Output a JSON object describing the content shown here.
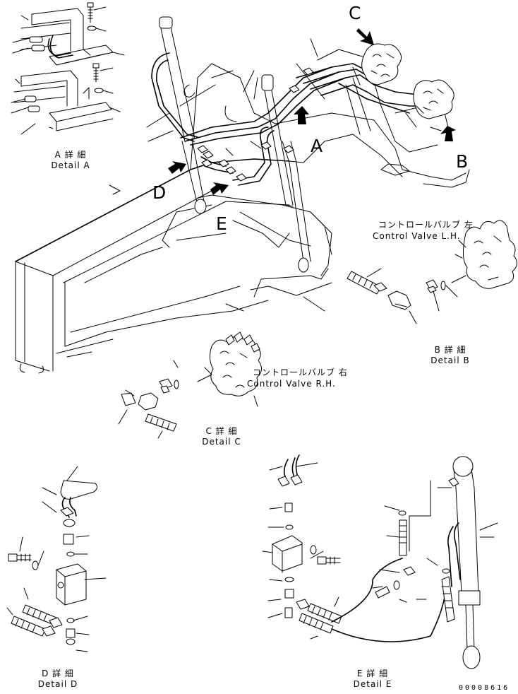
{
  "view_letters": {
    "a": "A",
    "b": "B",
    "c": "C",
    "d": "D",
    "e": "E"
  },
  "details": {
    "a": {
      "jp": "A 詳 細",
      "en": "Detail A"
    },
    "b": {
      "jp": "B 詳 細",
      "en": "Detail B"
    },
    "c": {
      "jp": "C 詳 細",
      "en": "Detail C"
    },
    "d": {
      "jp": "D 詳 細",
      "en": "Detail D"
    },
    "e": {
      "jp": "E 詳 細",
      "en": "Detail E"
    }
  },
  "valves": {
    "left": {
      "jp": "コントロールバルブ 左",
      "en": "Control Valve L.H."
    },
    "right": {
      "jp": "コントロールバルブ 右",
      "en": "Control Valve R.H."
    }
  },
  "drawing_code": "00008616"
}
